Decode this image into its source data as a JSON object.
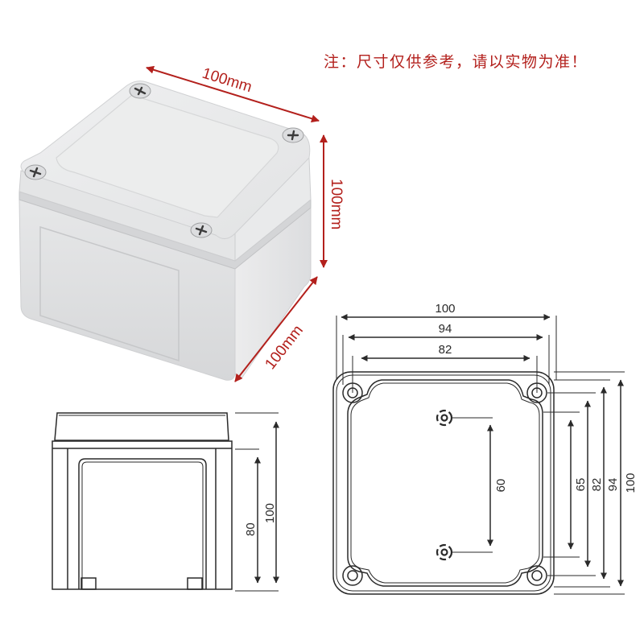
{
  "notice": {
    "text": "注：尺寸仅供参考，请以实物为准！",
    "color": "#b3201c"
  },
  "product_photo": {
    "subject": "grey plastic waterproof junction box with 4 cross-head lid screws",
    "dimensions": {
      "width_label": "100mm",
      "height_label": "100mm",
      "depth_label": "100mm"
    },
    "arrow_color": "#b3201c",
    "body_color": "#e8e9ea"
  },
  "side_view": {
    "dimensions": {
      "total_height": "100",
      "base_height": "80"
    }
  },
  "top_view": {
    "horizontal_dimensions": {
      "outer": "100",
      "screw_span_outer": "94",
      "screw_span_inner": "82"
    },
    "vertical_dimensions": {
      "mounting_hole_spacing": "60",
      "inner": "65",
      "screw_span_inner": "82",
      "screw_span_outer": "94",
      "outer": "100"
    }
  },
  "colors": {
    "drawing_line": "#2a2a2a",
    "background": "#ffffff"
  }
}
